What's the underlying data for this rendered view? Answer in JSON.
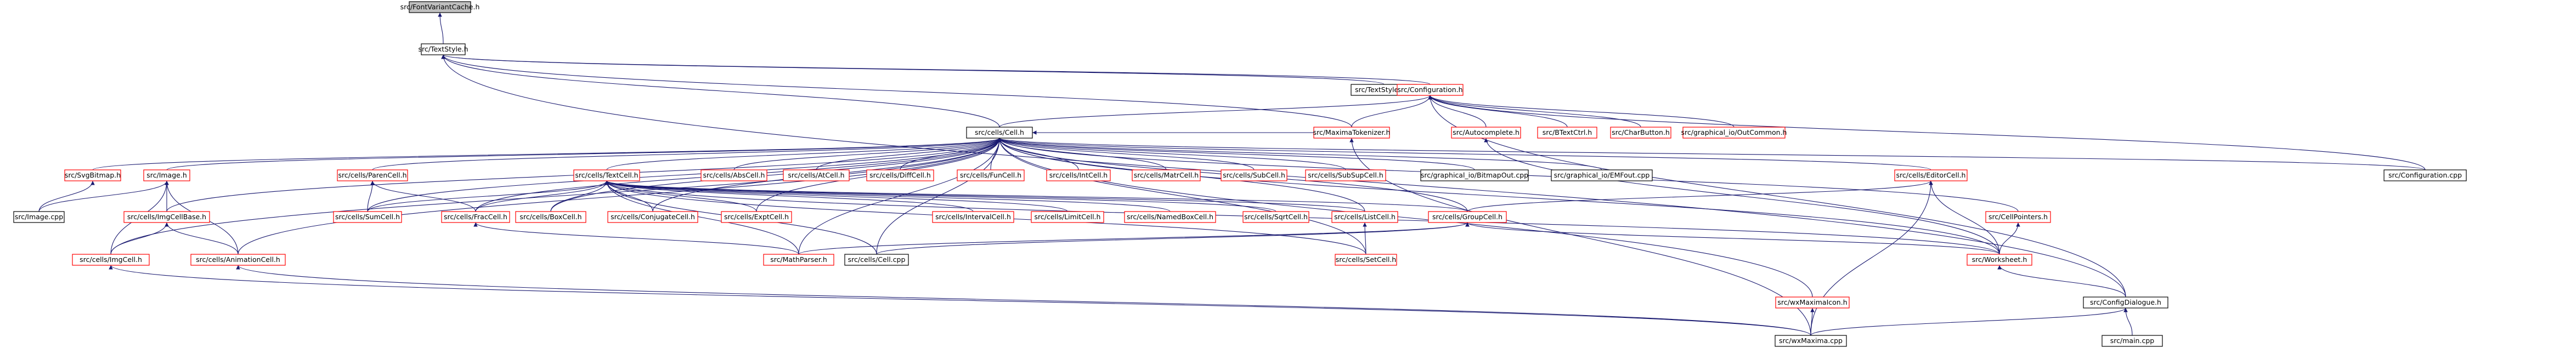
{
  "graph": {
    "colors": {
      "root_fill": "#bfbfbf",
      "node_fill": "#ffffff",
      "documented_border": "#000000",
      "undocumented_border": "#ff0000",
      "edge": "#191970"
    },
    "nodes": [
      {
        "id": "fvc",
        "label": "src/FontVariantCache.h",
        "root": true,
        "border": "black"
      },
      {
        "id": "ts",
        "label": "src/TextStyle.h",
        "border": "black"
      },
      {
        "id": "tscpp",
        "label": "src/TextStyle.cpp",
        "border": "black"
      },
      {
        "id": "conf",
        "label": "src/Configuration.h",
        "border": "red"
      },
      {
        "id": "cell",
        "label": "src/cells/Cell.h",
        "border": "black"
      },
      {
        "id": "mtok",
        "label": "src/MaximaTokenizer.h",
        "border": "red"
      },
      {
        "id": "autoc",
        "label": "src/Autocomplete.h",
        "border": "red"
      },
      {
        "id": "btc",
        "label": "src/BTextCtrl.h",
        "border": "red"
      },
      {
        "id": "chb",
        "label": "src/CharButton.h",
        "border": "red"
      },
      {
        "id": "goc",
        "label": "src/graphical_io/OutCommon.h",
        "border": "red"
      },
      {
        "id": "svg",
        "label": "src/SvgBitmap.h",
        "border": "red"
      },
      {
        "id": "img",
        "label": "src/Image.h",
        "border": "red"
      },
      {
        "id": "pc",
        "label": "src/cells/ParenCell.h",
        "border": "red"
      },
      {
        "id": "tc",
        "label": "src/cells/TextCell.h",
        "border": "red"
      },
      {
        "id": "absc",
        "label": "src/cells/AbsCell.h",
        "border": "red"
      },
      {
        "id": "atc",
        "label": "src/cells/AtCell.h",
        "border": "red"
      },
      {
        "id": "difc",
        "label": "src/cells/DiffCell.h",
        "border": "red"
      },
      {
        "id": "func",
        "label": "src/cells/FunCell.h",
        "border": "red"
      },
      {
        "id": "intc",
        "label": "src/cells/IntCell.h",
        "border": "red"
      },
      {
        "id": "matc",
        "label": "src/cells/MatrCell.h",
        "border": "red"
      },
      {
        "id": "subc",
        "label": "src/cells/SubCell.h",
        "border": "red"
      },
      {
        "id": "ssc",
        "label": "src/cells/SubSupCell.h",
        "border": "red"
      },
      {
        "id": "bmo",
        "label": "src/graphical_io/BitmapOut.cpp",
        "border": "black"
      },
      {
        "id": "emo",
        "label": "src/graphical_io/EMFout.cpp",
        "border": "black"
      },
      {
        "id": "edc",
        "label": "src/cells/EditorCell.h",
        "border": "red"
      },
      {
        "id": "confcpp",
        "label": "src/Configuration.cpp",
        "border": "black"
      },
      {
        "id": "imgcpp",
        "label": "src/Image.cpp",
        "border": "black"
      },
      {
        "id": "icb",
        "label": "src/cells/ImgCellBase.h",
        "border": "red"
      },
      {
        "id": "sumc",
        "label": "src/cells/SumCell.h",
        "border": "red"
      },
      {
        "id": "frc",
        "label": "src/cells/FracCell.h",
        "border": "red"
      },
      {
        "id": "boxc",
        "label": "src/cells/BoxCell.h",
        "border": "red"
      },
      {
        "id": "cjc",
        "label": "src/cells/ConjugateCell.h",
        "border": "red"
      },
      {
        "id": "exc",
        "label": "src/cells/ExptCell.h",
        "border": "red"
      },
      {
        "id": "ivc",
        "label": "src/cells/IntervalCell.h",
        "border": "red"
      },
      {
        "id": "lmc",
        "label": "src/cells/LimitCell.h",
        "border": "red"
      },
      {
        "id": "nbc",
        "label": "src/cells/NamedBoxCell.h",
        "border": "red"
      },
      {
        "id": "sqc",
        "label": "src/cells/SqrtCell.h",
        "border": "red"
      },
      {
        "id": "lsc",
        "label": "src/cells/ListCell.h",
        "border": "red"
      },
      {
        "id": "grc",
        "label": "src/cells/GroupCell.h",
        "border": "red"
      },
      {
        "id": "cptr",
        "label": "src/CellPointers.h",
        "border": "red"
      },
      {
        "id": "imgc",
        "label": "src/cells/ImgCell.h",
        "border": "red"
      },
      {
        "id": "anic",
        "label": "src/cells/AnimationCell.h",
        "border": "red"
      },
      {
        "id": "mparse",
        "label": "src/MathParser.h",
        "border": "red"
      },
      {
        "id": "cellcpp",
        "label": "src/cells/Cell.cpp",
        "border": "black"
      },
      {
        "id": "setc",
        "label": "src/cells/SetCell.h",
        "border": "red"
      },
      {
        "id": "wks",
        "label": "src/Worksheet.h",
        "border": "red"
      },
      {
        "id": "wxmc",
        "label": "src/wxMaximaIcon.h",
        "border": "red"
      },
      {
        "id": "cfgd",
        "label": "src/ConfigDialogue.h",
        "border": "black"
      },
      {
        "id": "wxm",
        "label": "src/wxMaxima.cpp",
        "border": "black"
      },
      {
        "id": "main",
        "label": "src/main.cpp",
        "border": "black"
      }
    ]
  }
}
